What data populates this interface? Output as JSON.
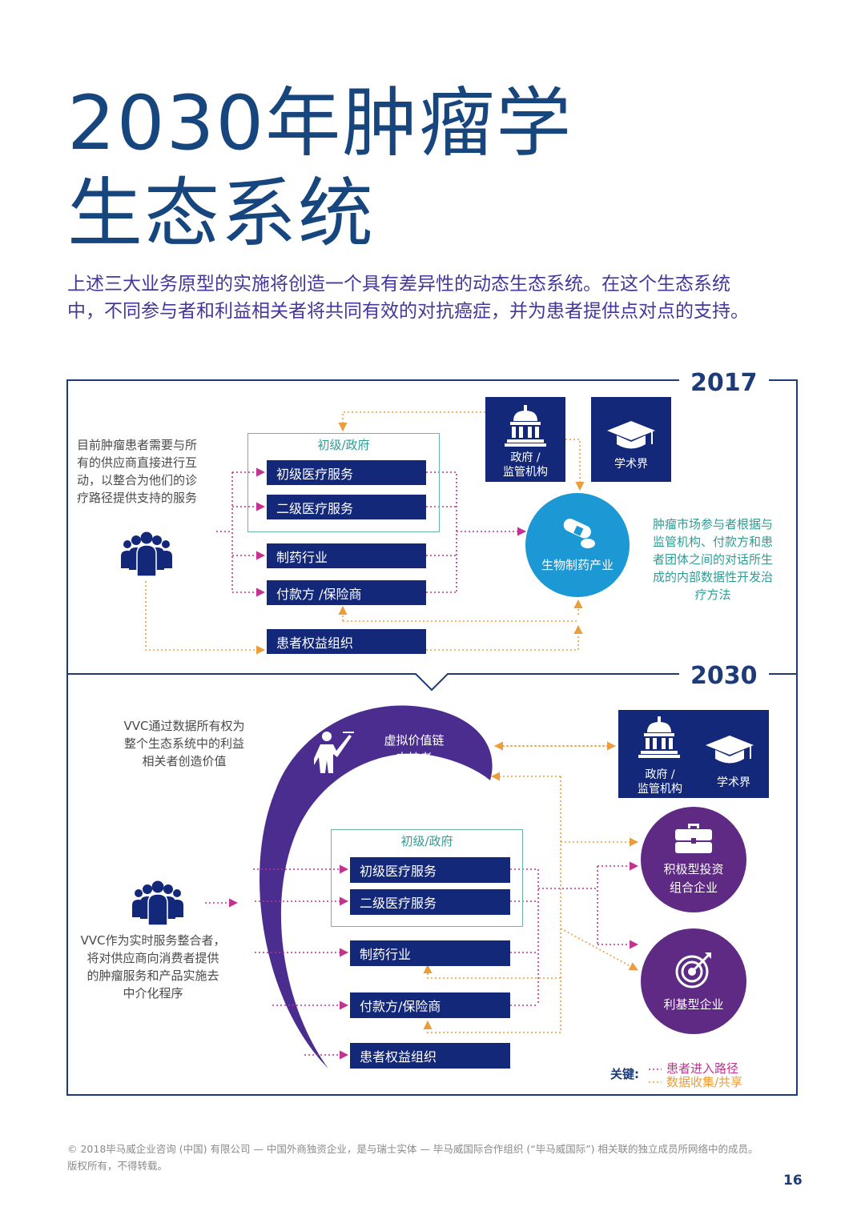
{
  "title_line1": "2030年肿瘤学",
  "title_line2": "生态系统",
  "intro_line1": "上述三大业务原型的实施将创造一个具有差异性的动态生态系统。在这个生态系统",
  "intro_line2": "中，不同参与者和利益相关者将共同有效的对抗癌症，并为患者提供点对点的支持。",
  "section_2017": {
    "year": "2017",
    "left_text_lines": [
      "目前肿瘤患者需要与所",
      "有的供应商直接进行互",
      "动，以整合为他们的诊",
      "疗路径提供支持的服务"
    ],
    "group_label": "初级/政府",
    "boxes": [
      "初级医疗服务",
      "二级医疗服务",
      "制药行业",
      "付款方 /保险商",
      "患者权益组织"
    ],
    "gov_label_line1": "政府 /",
    "gov_label_line2": "监管机构",
    "academia_label": "学术界",
    "bio_label": "生物制药产业",
    "right_text_lines": [
      "肿瘤市场参与者根据与",
      "监管机构、付款方和患",
      "者团体之间的对话所生",
      "成的内部数据性开发治",
      "疗方法"
    ]
  },
  "section_2030": {
    "year": "2030",
    "top_text_lines": [
      "VVC通过数据所有权为",
      "整个生态系统中的利益",
      "相关者创造价值"
    ],
    "bottom_text_lines": [
      "VVC作为实时服务整合者，",
      "将对供应商向消费者提供",
      "的肿瘤服务和产品实施去",
      "中介化程序"
    ],
    "vvc_label_line1": "虚拟价值链",
    "vvc_label_line2": "支持者",
    "group_label": "初级/政府",
    "boxes": [
      "初级医疗服务",
      "二级医疗服务",
      "制药行业",
      "付款方/保险商",
      "患者权益组织"
    ],
    "gov_label_line1": "政府 /",
    "gov_label_line2": "监管机构",
    "academia_label": "学术界",
    "invest_label_line1": "积极型投资",
    "invest_label_line2": "组合企业",
    "gene_label": "利基型企业"
  },
  "legend": {
    "key": "关键:",
    "patient": "患者进入路径",
    "data": "数据收集/共享"
  },
  "footer_line1": "© 2018毕马威企业咨询 (中国) 有限公司 — 中国外商独资企业，是与瑞士实体 — 毕马威国际合作组织 (“毕马威国际”) 相关联的独立成员所网络中的成员。",
  "footer_line2": "版权所有，不得转载。",
  "page_number": "16",
  "colors": {
    "navy": "#14287a",
    "title_blue": "#17467e",
    "purple": "#4b2d8f",
    "teal": "#69b4ae",
    "cyan": "#1c98d4",
    "magenta": "#c2328f",
    "orange": "#eb9d3b"
  }
}
